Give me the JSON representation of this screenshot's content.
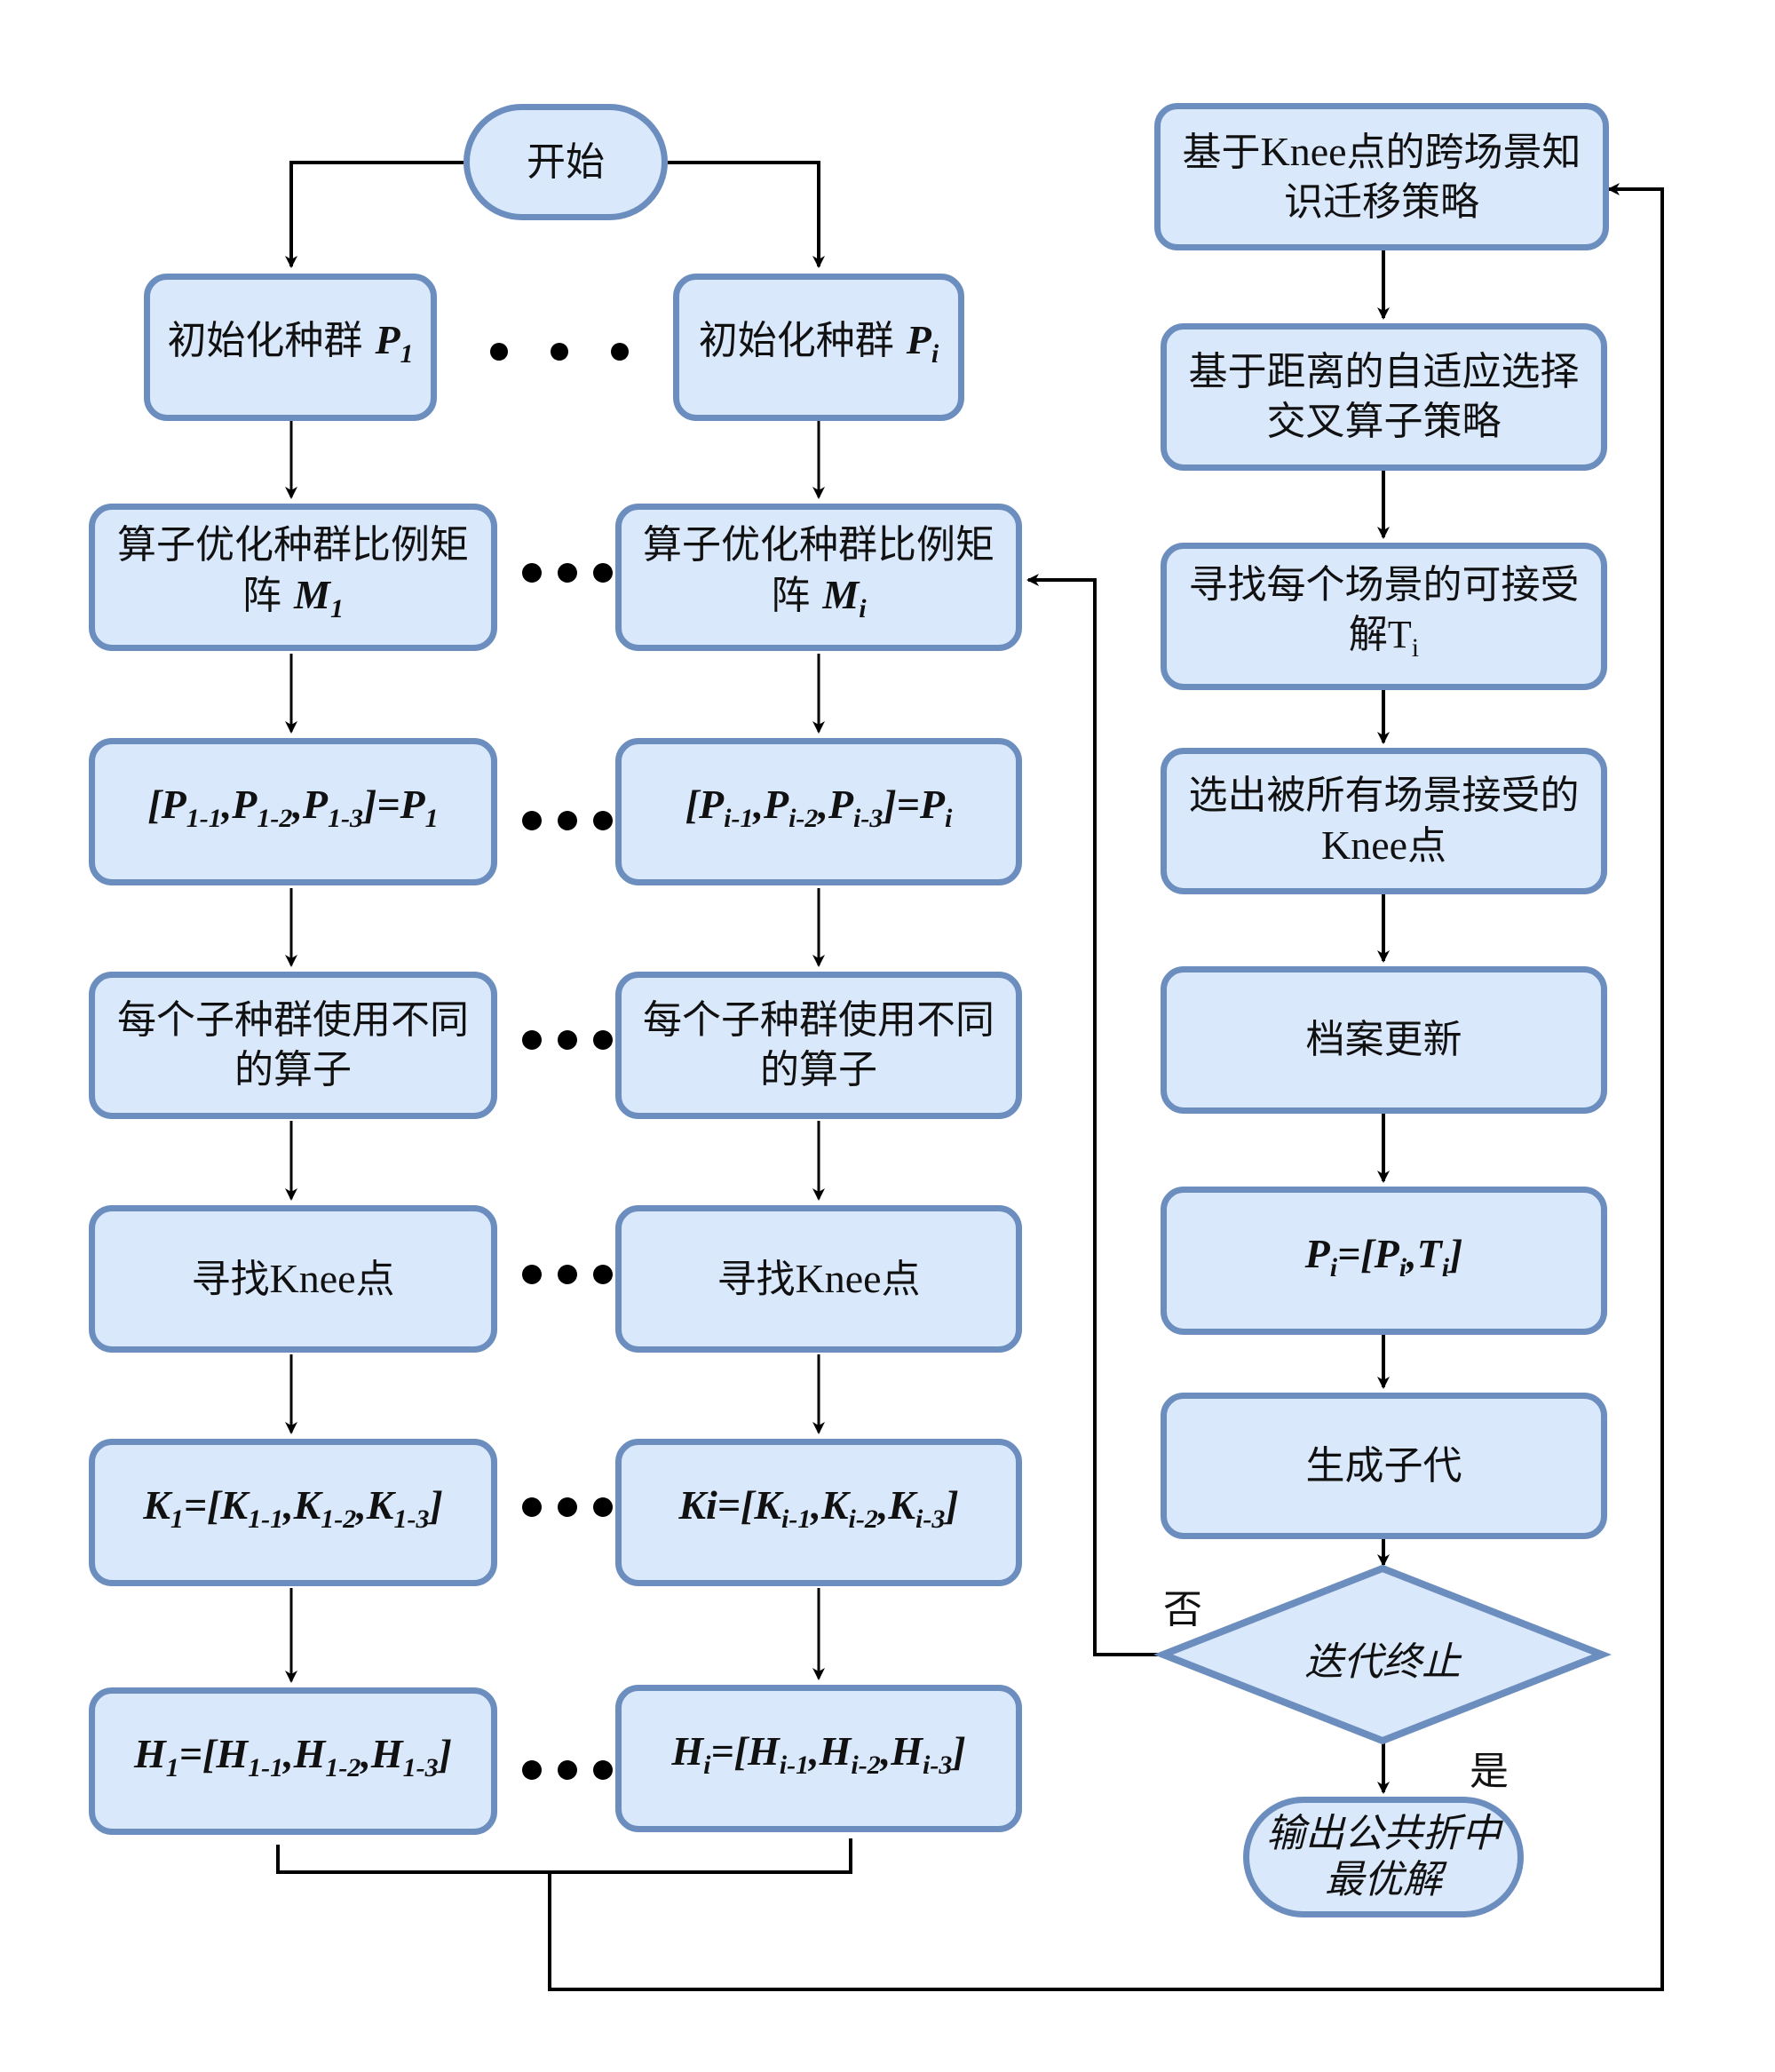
{
  "start": {
    "label": "开始"
  },
  "left_columns": [
    {
      "init": {
        "text": "初始化种群 ",
        "sym": "P",
        "sub": "1"
      },
      "matrix": {
        "line1": "算子优化种群比例矩",
        "line2": "阵 ",
        "sym": "M",
        "sub": "1"
      },
      "split": {
        "parts": [
          [
            "P",
            "1-1"
          ],
          [
            "P",
            "1-2"
          ],
          [
            "P",
            "1-3"
          ]
        ],
        "result": [
          "P",
          "1"
        ]
      },
      "operators": {
        "line1": "每个子种群使用不同",
        "line2": "的算子"
      },
      "knee": {
        "text": "寻找Knee点"
      },
      "k": {
        "lhs": [
          "K",
          "1"
        ],
        "parts": [
          [
            "K",
            "1-1"
          ],
          [
            "K",
            "1-2"
          ],
          [
            "K",
            "1-3"
          ]
        ]
      },
      "h": {
        "lhs": [
          "H",
          "1"
        ],
        "parts": [
          [
            "H",
            "1-1"
          ],
          [
            "H",
            "1-2"
          ],
          [
            "H",
            "1-3"
          ]
        ]
      }
    },
    {
      "init": {
        "text": "初始化种群  ",
        "sym": "P",
        "sub": "i"
      },
      "matrix": {
        "line1": "算子优化种群比例矩",
        "line2": "阵 ",
        "sym": "M",
        "sub": "i"
      },
      "split": {
        "parts": [
          [
            "P",
            "i-1"
          ],
          [
            "P",
            "i-2"
          ],
          [
            "P",
            "i-3"
          ]
        ],
        "result": [
          "P",
          "i"
        ]
      },
      "operators": {
        "line1": "每个子种群使用不同",
        "line2": "的算子"
      },
      "knee": {
        "text": "寻找Knee点"
      },
      "k": {
        "lhs": [
          "Ki",
          ""
        ],
        "parts": [
          [
            "K",
            "i-1"
          ],
          [
            "K",
            "i-2"
          ],
          [
            "K",
            "i-3"
          ]
        ]
      },
      "h": {
        "lhs": [
          "H",
          "i"
        ],
        "parts": [
          [
            "H",
            "i-1"
          ],
          [
            "H",
            "i-2"
          ],
          [
            "H",
            "i-3"
          ]
        ]
      }
    }
  ],
  "right_column": {
    "transfer": {
      "line1": "基于Knee点的跨场景知",
      "line2": "识迁移策略"
    },
    "crossover": {
      "line1": "基于距离的自适应选择",
      "line2": "交叉算子策略"
    },
    "acceptable": {
      "line1": "寻找每个场景的可接受",
      "line2": "解",
      "sym": "T",
      "sub": "i"
    },
    "select": {
      "line1": "选出被所有场景接受的",
      "line2": "Knee点"
    },
    "archive": {
      "text": "档案更新"
    },
    "merge": {
      "lhs": [
        "P",
        "i"
      ],
      "a": [
        "P",
        "i"
      ],
      "b": [
        "T",
        "i"
      ]
    },
    "offspring": {
      "text": "生成子代"
    },
    "decision": {
      "text": "迭代终止",
      "no": "否",
      "yes": "是"
    },
    "end": {
      "line1": "输出公共折中",
      "line2": "最优解"
    }
  },
  "colors": {
    "fill": "#dae8fc",
    "stroke": "#6c8ebf",
    "line": "#000000"
  }
}
